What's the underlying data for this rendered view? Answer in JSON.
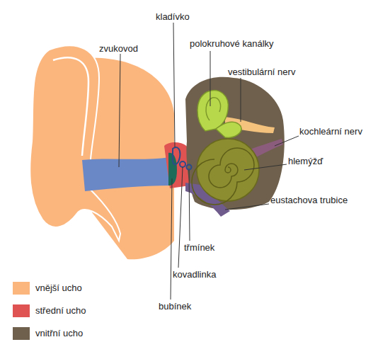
{
  "diagram": {
    "labels": [
      "kladívko",
      "zvukovod",
      "polokruhové kanálky",
      "vestibulární nerv",
      "kochleární nerv",
      "hlemýžď",
      "eustachova trubice",
      "třmínek",
      "kovadlinka",
      "bubínek"
    ],
    "legend": [
      {
        "text": "vnější ucho",
        "color": "#fbb67e"
      },
      {
        "text": "střední ucho",
        "color": "#e05353"
      },
      {
        "text": "vnitřní ucho",
        "color": "#6e604c"
      }
    ]
  }
}
